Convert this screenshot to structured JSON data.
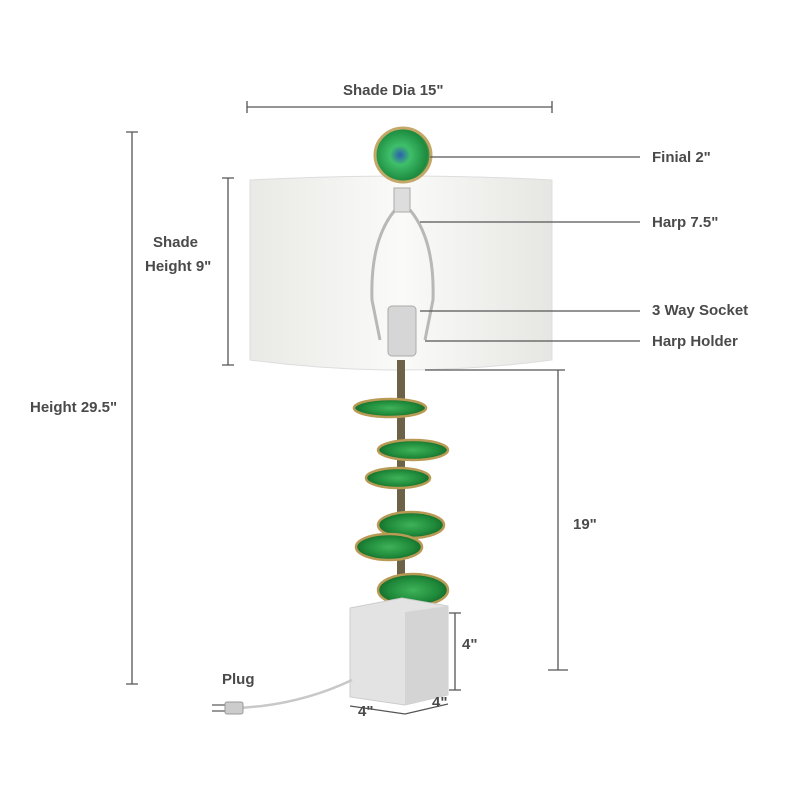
{
  "labels": {
    "shade_diameter": "Shade Dia 15\"",
    "finial": "Finial 2\"",
    "harp": "Harp 7.5\"",
    "socket": "3 Way Socket",
    "harp_holder": "Harp Holder",
    "shade_height_line1": "Shade",
    "shade_height_line2": "Height 9\"",
    "total_height": "Height 29.5\"",
    "base_to_shade": "19\"",
    "base_height": "4\"",
    "base_width": "4\"",
    "base_depth": "4\"",
    "plug": "Plug"
  },
  "colors": {
    "agate_green": "#1f8a3a",
    "shade": "#f3f3f1",
    "marble": "#e4e4e4",
    "dimension_line": "#555555"
  }
}
